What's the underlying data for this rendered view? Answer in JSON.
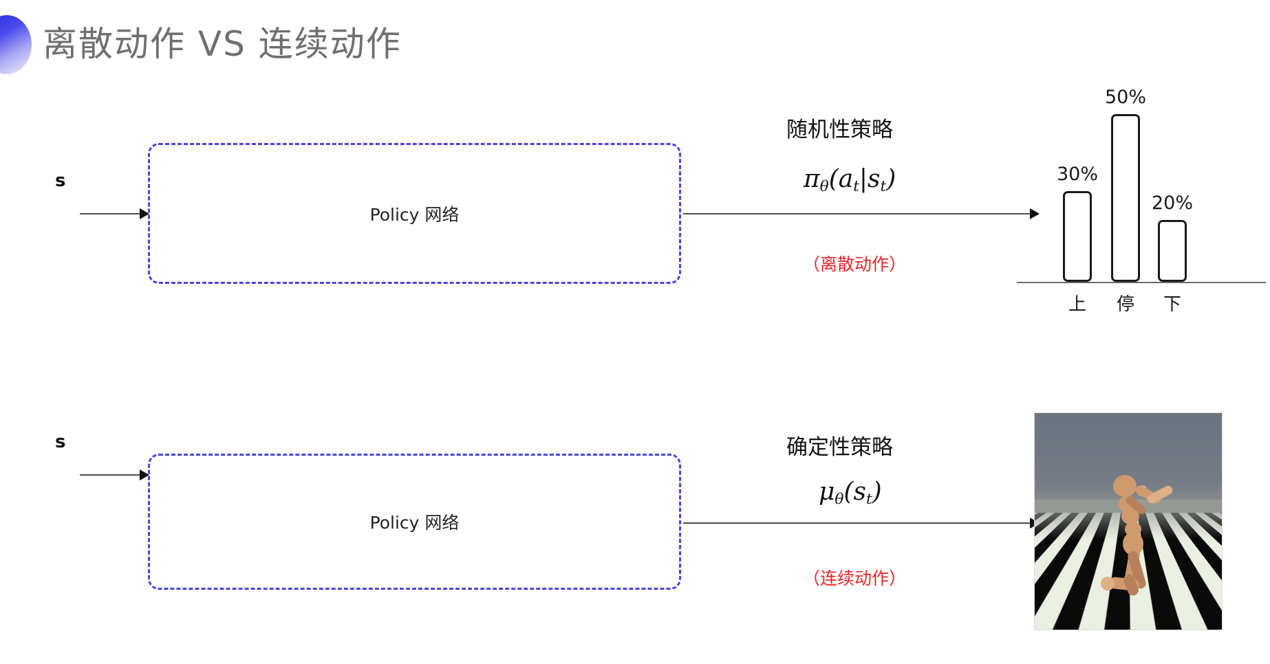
{
  "slide": {
    "title": "离散动作 VS 连续动作",
    "bullet_icon": "half-circle-gradient-icon",
    "accent_color": "#2b2be6",
    "title_color": "#6f6f6f",
    "background_color": "#ffffff"
  },
  "rows": [
    {
      "id": "discrete",
      "input_label": "s",
      "box_label": "Policy 网络",
      "box_border_color": "#4a45d6",
      "annotation": {
        "title": "随机性策略",
        "formula": "π",
        "formula_sub": "θ",
        "formula_rest": "(a",
        "formula_sub2": "t",
        "formula_mid": "|s",
        "formula_sub3": "t",
        "formula_end": ")",
        "note": "（离散动作）",
        "note_color": "#e8262b"
      }
    },
    {
      "id": "continuous",
      "input_label": "s",
      "box_label": "Policy 网络",
      "box_border_color": "#4a45d6",
      "annotation": {
        "title": "确定性策略",
        "formula": "μ",
        "formula_sub": "θ",
        "formula_rest": "(s",
        "formula_sub2": "t",
        "formula_end": ")",
        "note": "（连续动作）",
        "note_color": "#e8262b"
      }
    }
  ],
  "chart_data": {
    "type": "bar",
    "title": "",
    "categories": [
      "上",
      "停",
      "下"
    ],
    "values": [
      30,
      50,
      20
    ],
    "value_labels": [
      "30%",
      "50%",
      "20%"
    ],
    "xlabel": "",
    "ylabel": "",
    "ylim": [
      0,
      60
    ],
    "grid": false,
    "legend": null,
    "bar_style": "outline-rounded",
    "bar_color": "#ffffff",
    "bar_border_color": "#1a1a1a",
    "axis_color": "#6b6b6b"
  },
  "sim_image": {
    "name": "mujoco-humanoid-frame",
    "description": "MuJoCo humanoid kneeling on checkerboard floor",
    "sky_color": "#6b7480",
    "floor_colors": [
      "#0a0a0a",
      "#e9f0e2"
    ],
    "body_color": "#cf9a6e"
  }
}
